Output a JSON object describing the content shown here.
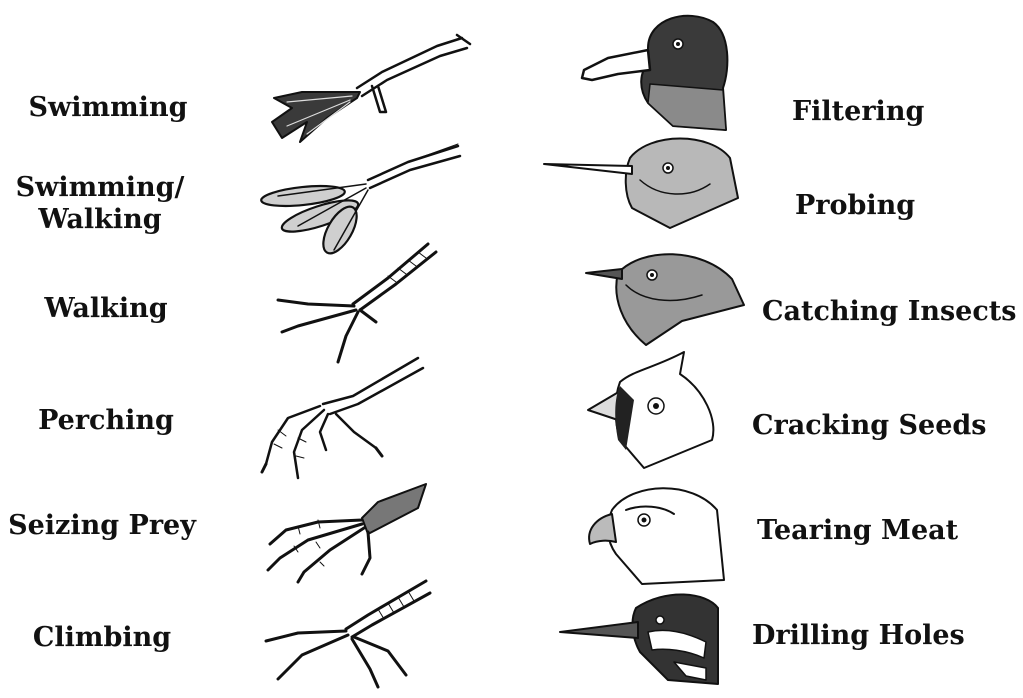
{
  "feet": [
    {
      "label": "Swimming"
    },
    {
      "label": "Swimming/ Walking",
      "lines": [
        "Swimming/",
        "Walking"
      ]
    },
    {
      "label": "Walking"
    },
    {
      "label": "Perching"
    },
    {
      "label": "Seizing Prey"
    },
    {
      "label": "Climbing"
    }
  ],
  "beaks": [
    {
      "label": "Filtering"
    },
    {
      "label": "Probing"
    },
    {
      "label": "Catching Insects"
    },
    {
      "label": "Cracking Seeds"
    },
    {
      "label": "Tearing Meat"
    },
    {
      "label": "Drilling Holes"
    }
  ],
  "colors": {
    "ink": "#111111",
    "background": "#ffffff"
  }
}
